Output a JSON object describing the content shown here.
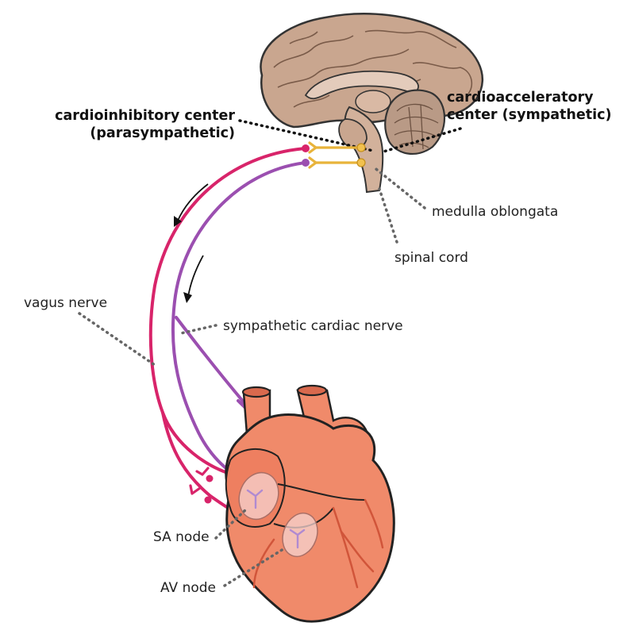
{
  "labels": {
    "cardioinhibitory_line1": "cardioinhibitory center",
    "cardioinhibitory_line2": "(parasympathetic)",
    "cardioaccelerate_line1": "cardioacceleratory",
    "cardioaccelerate_line2": "center (sympathetic)",
    "medulla": "medulla oblongata",
    "spinal_cord": "spinal cord",
    "vagus": "vagus nerve",
    "sympathetic_nerve": "sympathetic cardiac nerve",
    "sa_node": "SA node",
    "av_node": "AV node"
  },
  "colors": {
    "vagus": "#d8246a",
    "sympathetic": "#9b4fb0",
    "heart": "#f08a6a",
    "heart_dark": "#d9694d",
    "brain": "#c9a68f",
    "brain_dark": "#b08a73",
    "neuron": "#f2c14e",
    "node": "#f6d3d0",
    "leader": "#666666"
  }
}
